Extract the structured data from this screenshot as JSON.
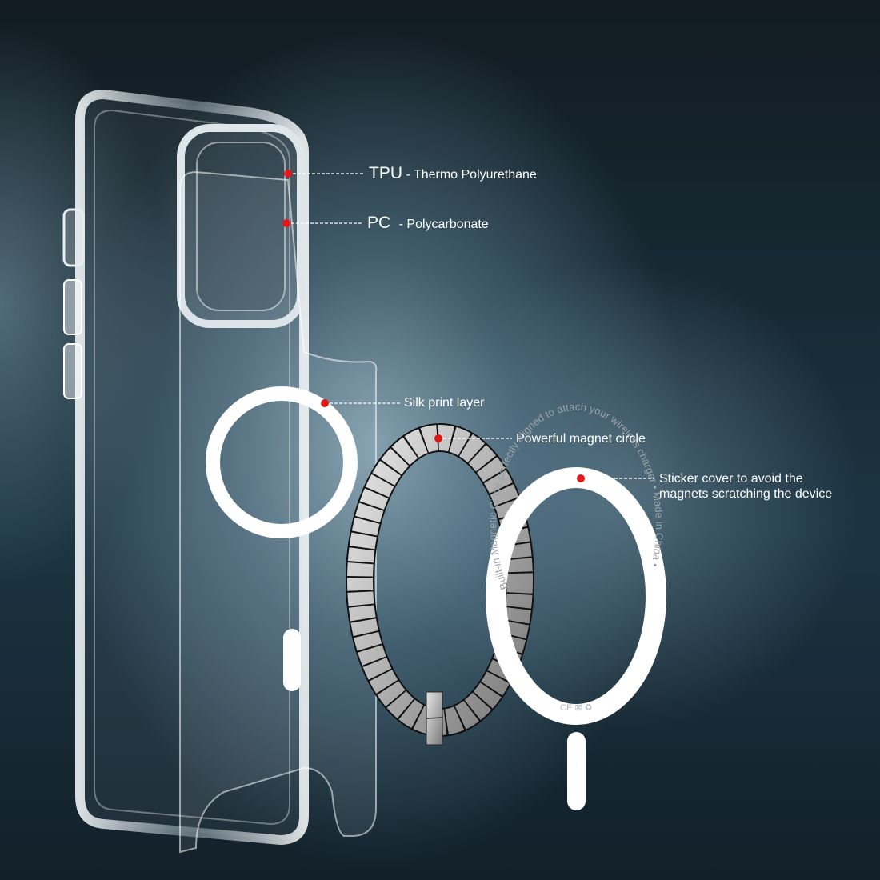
{
  "diagram": {
    "type": "exploded product view",
    "subject": "clear magnetic phone case layers",
    "accent_color": "#e01818",
    "background_colors": [
      "#121c22",
      "#1c3442",
      "#7f9aa8"
    ],
    "callouts": [
      {
        "id": "tpu",
        "abbr": "TPU",
        "desc": "- Thermo Polyurethane"
      },
      {
        "id": "pc",
        "abbr": "PC",
        "desc": "- Polycarbonate"
      },
      {
        "id": "silk",
        "text": "Silk print layer"
      },
      {
        "id": "magnet",
        "text": "Powerful magnet circle"
      },
      {
        "id": "sticker",
        "line1": "Sticker cover to avoid the",
        "line2": "magnets scratching the device"
      }
    ],
    "sticker_ring_text": "Built-in Magnetic Circle perfectly aligned to attach your wireless charger • Made in China •",
    "sticker_marks": [
      "CE",
      "WEEE",
      "recycle"
    ]
  }
}
